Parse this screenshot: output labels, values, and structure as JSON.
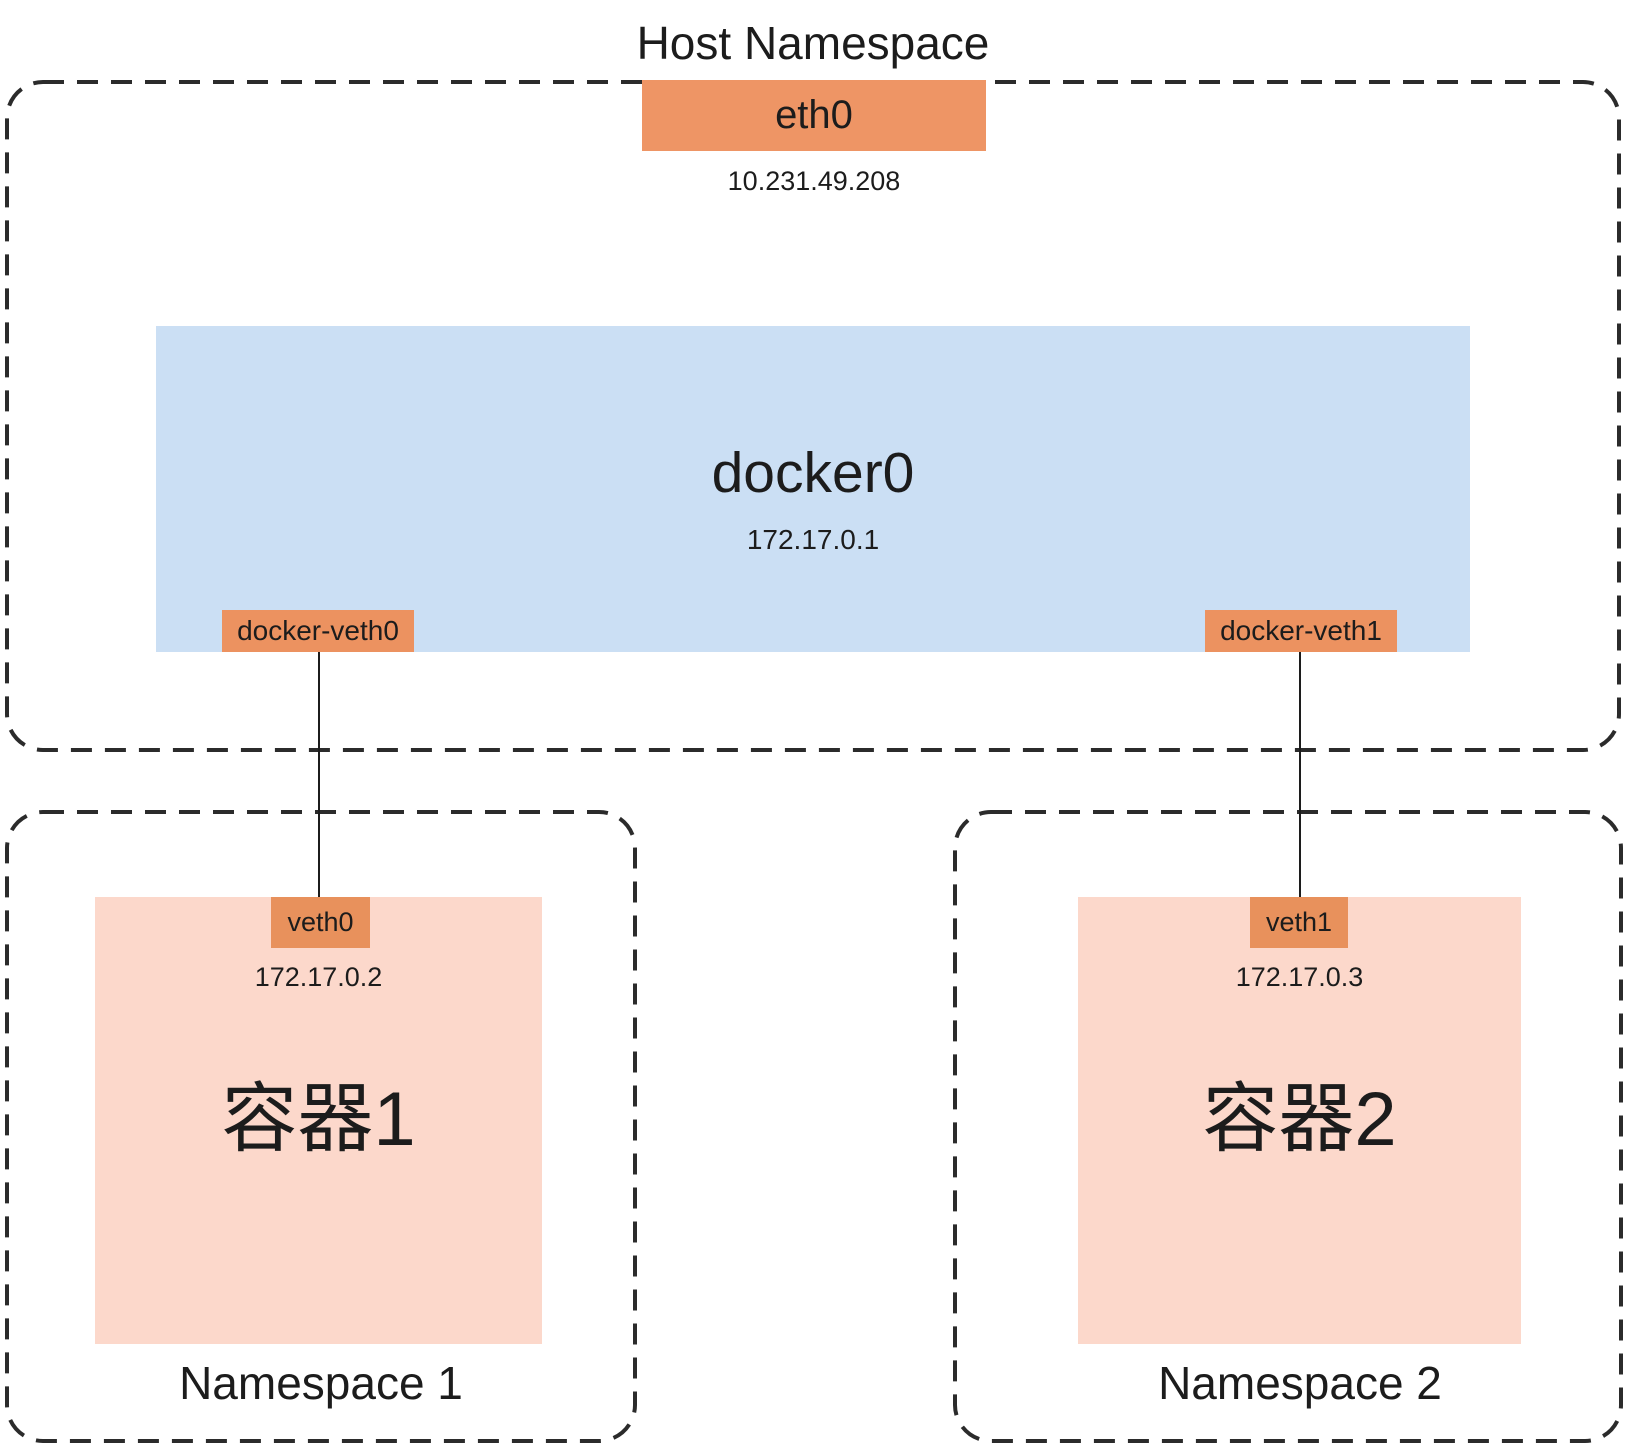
{
  "diagram": {
    "title": "Host Namespace",
    "host": {
      "eth0": {
        "label": "eth0",
        "ip": "10.231.49.208"
      },
      "bridge": {
        "label": "docker0",
        "ip": "172.17.0.1"
      },
      "ports": [
        {
          "label": "docker-veth0"
        },
        {
          "label": "docker-veth1"
        }
      ]
    },
    "namespaces": [
      {
        "label": "Namespace 1",
        "container": "容器1",
        "veth": "veth0",
        "ip": "172.17.0.2"
      },
      {
        "label": "Namespace 2",
        "container": "容器2",
        "veth": "veth1",
        "ip": "172.17.0.3"
      }
    ],
    "colors": {
      "interface_orange": "#EE9565",
      "port_orange": "#EC9260",
      "tag_orange": "#E8915C",
      "bridge_blue": "#CBDFF4",
      "container_pink": "#FCD8CB",
      "dash_border": "#2B2B2B",
      "text": "#1C1C1C",
      "background": "#FFFFFF"
    }
  }
}
